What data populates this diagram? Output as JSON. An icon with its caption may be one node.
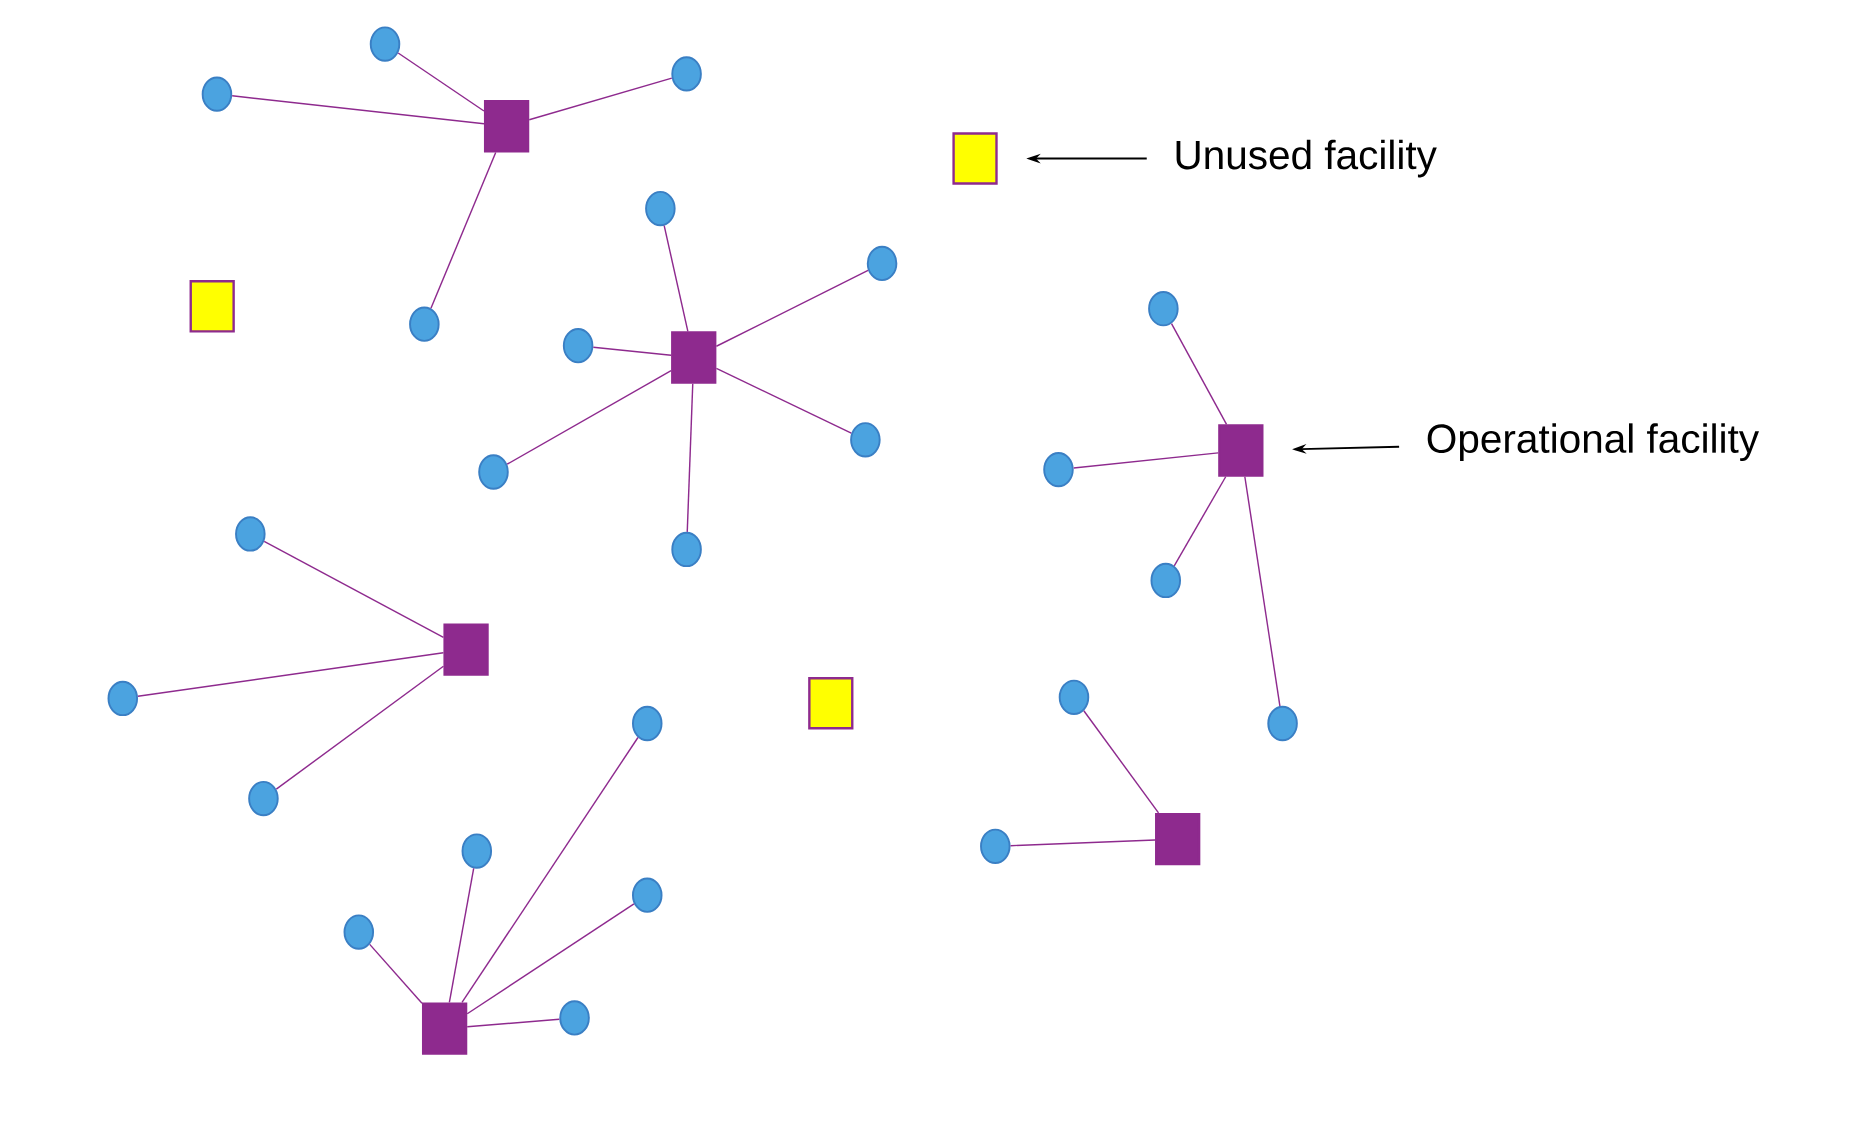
{
  "diagram": {
    "nodes": [
      {
        "text": [],
        "shape": "box"
      },
      {
        "text": [],
        "shape": "circle"
      },
      {
        "text": [],
        "shape": "circle"
      },
      {
        "text": [],
        "shape": "circle"
      },
      {
        "text": [],
        "shape": "circle"
      },
      {
        "text": [],
        "shape": "box"
      },
      {
        "text": [
          "Unused facility"
        ]
      },
      {
        "text": [],
        "shape": "box"
      },
      {
        "text": [],
        "shape": "box"
      },
      {
        "text": [],
        "shape": "circle"
      },
      {
        "text": [],
        "shape": "circle"
      },
      {
        "text": [],
        "shape": "circle"
      },
      {
        "text": [],
        "shape": "circle"
      },
      {
        "text": [],
        "shape": "circle"
      },
      {
        "text": [],
        "shape": "circle"
      },
      {
        "text": [],
        "shape": "box"
      },
      {
        "text": [
          "Operational facility"
        ]
      },
      {
        "text": [],
        "shape": "circle"
      },
      {
        "text": [],
        "shape": "circle"
      },
      {
        "text": [],
        "shape": "circle"
      },
      {
        "text": [],
        "shape": "circle"
      },
      {
        "text": [],
        "shape": "box"
      },
      {
        "text": [],
        "shape": "circle"
      },
      {
        "text": [],
        "shape": "circle"
      },
      {
        "text": [],
        "shape": "circle"
      },
      {
        "text": [],
        "shape": "box"
      },
      {
        "text": [],
        "shape": "box"
      },
      {
        "text": [],
        "shape": "circle"
      },
      {
        "text": [],
        "shape": "circle"
      },
      {
        "text": [],
        "shape": "box"
      },
      {
        "text": [],
        "shape": "circle"
      },
      {
        "text": [],
        "shape": "circle"
      },
      {
        "text": [],
        "shape": "circle"
      },
      {
        "text": [],
        "shape": "circle"
      },
      {
        "text": [],
        "shape": "circle"
      }
    ],
    "edges": [
      {
        "from": 0,
        "to": 1,
        "arrow": "none"
      },
      {
        "from": 0,
        "to": 2,
        "arrow": "none"
      },
      {
        "from": 0,
        "to": 3,
        "arrow": "none"
      },
      {
        "from": 0,
        "to": 4,
        "arrow": "none"
      },
      {
        "from": 6,
        "to": 5,
        "arrow": "to",
        "color": "#000000"
      },
      {
        "from": 8,
        "to": 9,
        "arrow": "none"
      },
      {
        "from": 8,
        "to": 10,
        "arrow": "none"
      },
      {
        "from": 8,
        "to": 11,
        "arrow": "none"
      },
      {
        "from": 8,
        "to": 12,
        "arrow": "none"
      },
      {
        "from": 8,
        "to": 13,
        "arrow": "none"
      },
      {
        "from": 8,
        "to": 14,
        "arrow": "none"
      },
      {
        "from": 16,
        "to": 15,
        "arrow": "to",
        "color": "#000000"
      },
      {
        "from": 15,
        "to": 17,
        "arrow": "none"
      },
      {
        "from": 15,
        "to": 18,
        "arrow": "none"
      },
      {
        "from": 15,
        "to": 19,
        "arrow": "none"
      },
      {
        "from": 15,
        "to": 20,
        "arrow": "none"
      },
      {
        "from": 21,
        "to": 22,
        "arrow": "none"
      },
      {
        "from": 21,
        "to": 23,
        "arrow": "none"
      },
      {
        "from": 21,
        "to": 24,
        "arrow": "none"
      },
      {
        "from": 26,
        "to": 27,
        "arrow": "none"
      },
      {
        "from": 26,
        "to": 28,
        "arrow": "none"
      },
      {
        "from": 29,
        "to": 30,
        "arrow": "none"
      },
      {
        "from": 29,
        "to": 31,
        "arrow": "none"
      },
      {
        "from": 29,
        "to": 32,
        "arrow": "none"
      },
      {
        "from": 29,
        "to": 33,
        "arrow": "none"
      },
      {
        "from": 29,
        "to": 34,
        "arrow": "none"
      }
    ]
  }
}
